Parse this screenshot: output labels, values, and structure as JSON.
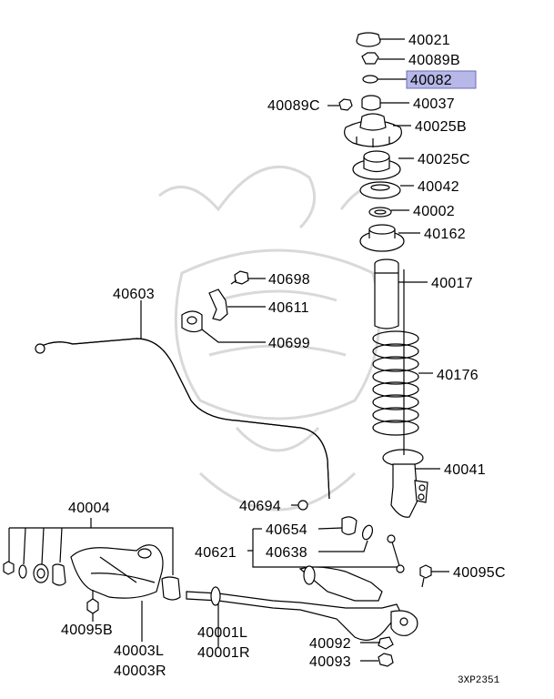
{
  "diagram_code": "3XP2351",
  "highlight_color": "#b7b7e8",
  "labels": {
    "p40021": "40021",
    "p40089B": "40089B",
    "p40082": "40082",
    "p40037": "40037",
    "p40089C": "40089C",
    "p40025B": "40025B",
    "p40025C": "40025C",
    "p40042": "40042",
    "p40002": "40002",
    "p40162": "40162",
    "p40017": "40017",
    "p40176": "40176",
    "p40041": "40041",
    "p40095C": "40095C",
    "p40698": "40698",
    "p40611": "40611",
    "p40699": "40699",
    "p40603": "40603",
    "p40004": "40004",
    "p40694": "40694",
    "p40654": "40654",
    "p40638": "40638",
    "p40621": "40621",
    "p40095B": "40095B",
    "p40003L": "40003L",
    "p40003R": "40003R",
    "p40001L": "40001L",
    "p40001R": "40001R",
    "p40092": "40092",
    "p40093": "40093"
  }
}
